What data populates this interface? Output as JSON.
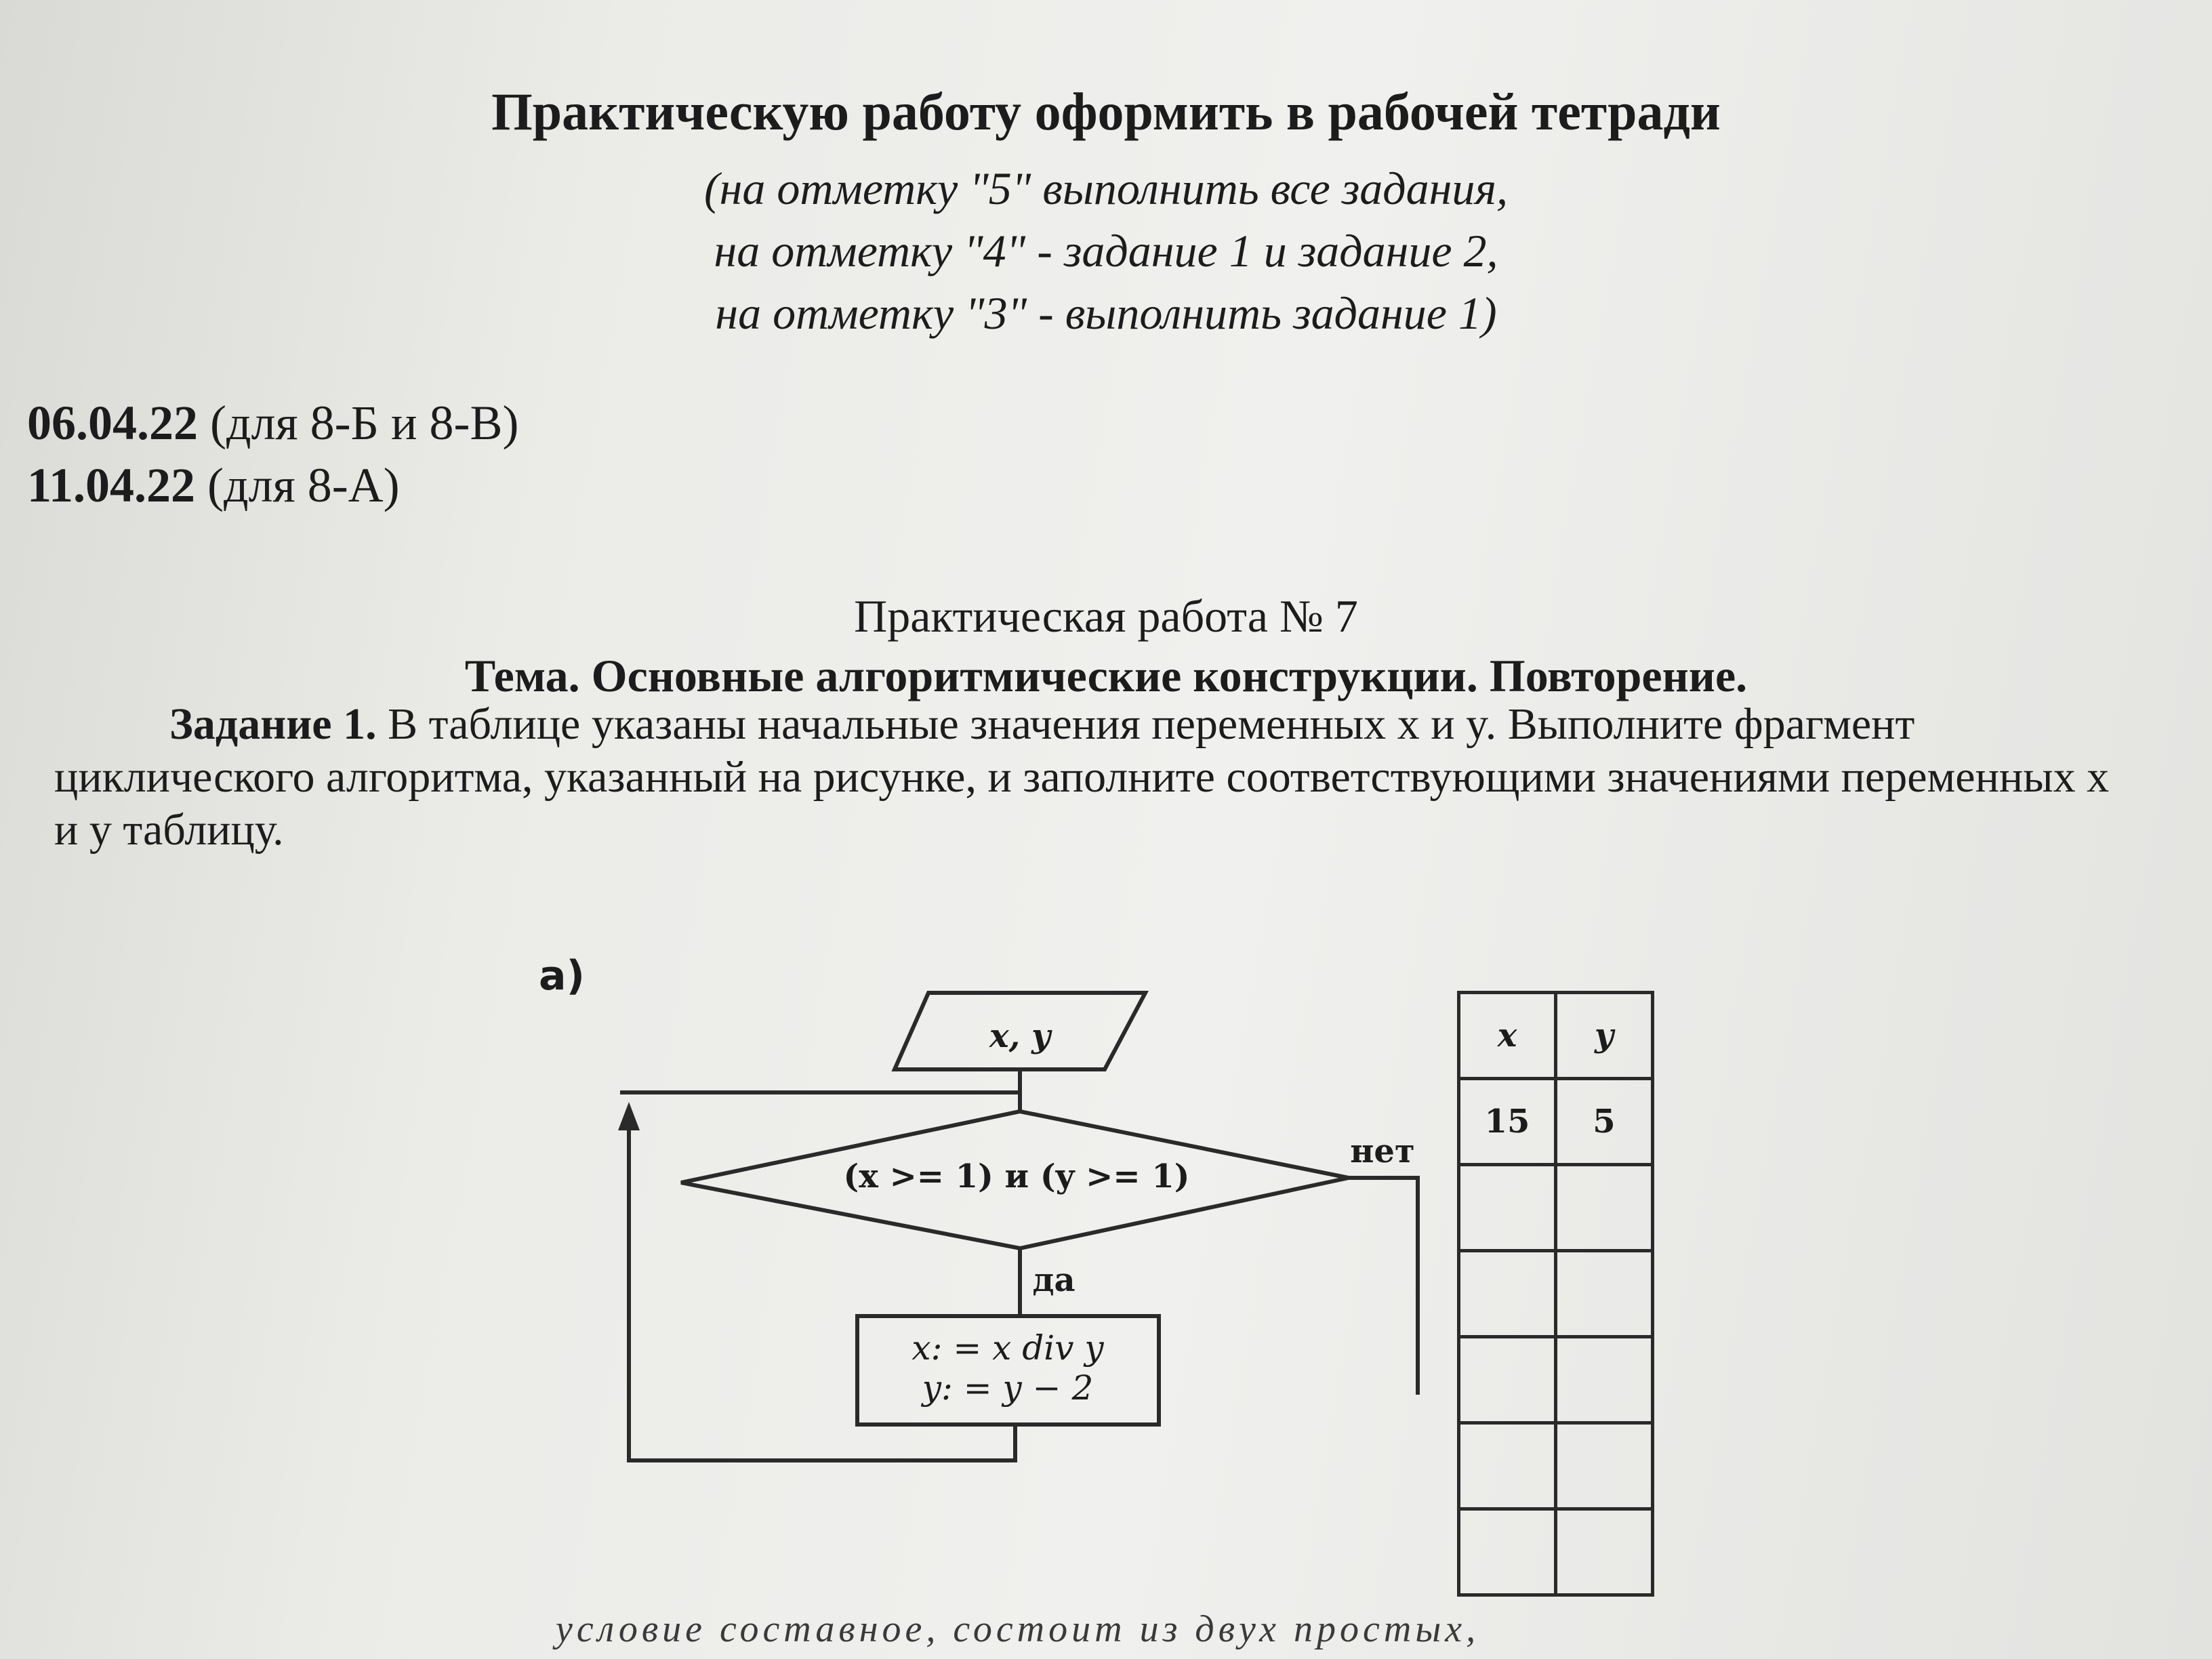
{
  "heading": "Практическую работу оформить в рабочей тетради",
  "grades": [
    "(на отметку \"5\" выполнить все задания,",
    "на отметку \"4\" -  задание 1 и задание 2,",
    "на отметку \"3\" - выполнить задание 1)"
  ],
  "dates": [
    {
      "date": "06.04.22",
      "note": " (для 8-Б и 8-В)"
    },
    {
      "date": "11.04.22",
      "note": " (для  8-А)"
    }
  ],
  "work_title": "Практическая работа № 7",
  "topic": "Тема. Основные алгоритмические конструкции. Повторение.",
  "task": {
    "label": "Задание 1.",
    "text": " В таблице указаны начальные значения переменных  x и y. Выполните фрагмент циклического алгоритма, указанный на рисунке, и заполните соответствующими значениями переменных  x и y таблицу."
  },
  "subtask_label": "а)",
  "flowchart": {
    "input": "x, y",
    "condition": "(x >= 1) и (y >= 1)",
    "yes_label": "да",
    "no_label": "нет",
    "action_line1": "x: = x div y",
    "action_line2": "y: = y − 2"
  },
  "table": {
    "headers": [
      "x",
      "y"
    ],
    "rows": [
      [
        "15",
        "5"
      ],
      [
        "",
        ""
      ],
      [
        "",
        ""
      ],
      [
        "",
        ""
      ],
      [
        "",
        ""
      ],
      [
        "",
        ""
      ]
    ]
  },
  "bottom_fragment": "условие  составное,  состоит  из  двух  простых,"
}
